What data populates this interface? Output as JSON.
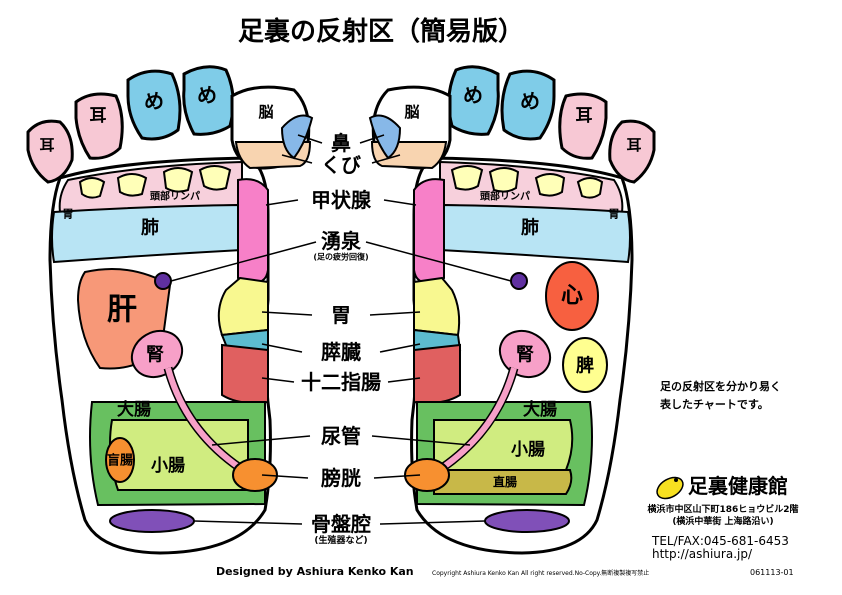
{
  "title": "足裏の反射区（簡易版）",
  "labels": {
    "ear": "耳",
    "eye": "め",
    "brain": "脳",
    "nose": "鼻",
    "neck": "くび",
    "lymph": "頭部リンパ",
    "stomach_small": "胃",
    "lung": "肺",
    "thyroid": "甲状腺",
    "yusen": "湧泉",
    "yusen_sub": "(足の疲労回復)",
    "liver": "肝",
    "heart": "心",
    "stomach": "胃",
    "spleen": "脾",
    "kidney": "腎",
    "pancreas": "膵臓",
    "duodenum": "十二指腸",
    "large_intestine": "大腸",
    "small_intestine": "小腸",
    "appendix": "盲腸",
    "ureter": "尿管",
    "bladder": "膀胱",
    "rectum": "直腸",
    "reproductive": "骨盤腔",
    "reproductive_sub": "(生殖器など)"
  },
  "note": [
    "足の反射区を分かり易く",
    "表したチャートです。"
  ],
  "company": {
    "name": "足裏健康館",
    "address1": "横浜市中区山下町186ヒョウビル2階",
    "address2": "(横浜中華街 上海路沿い)",
    "tel": "TEL/FAX:045-681-6453",
    "url": "http://ashiura.jp/"
  },
  "footer": {
    "designed": "Designed by Ashiura Kenko Kan",
    "copyright": "Copyright Ashiura Kenko Kan All right reserved.No-Copy.無断複製複写禁止",
    "code": "061113-01"
  },
  "colors": {
    "ear": "#f7c8d4",
    "eye": "#7fcce8",
    "brain": "#ffffff",
    "nose": "#87b8e8",
    "neck": "#f8d4b0",
    "lymph": "#f7d0dc",
    "toe_base": "#ffffb8",
    "lung": "#b8e4f4",
    "thyroid": "#f780c8",
    "stomach": "#f8f890",
    "pancreas": "#5cbcd0",
    "duodenum": "#e06060",
    "liver": "#f79878",
    "heart": "#f76040",
    "spleen": "#ffff90",
    "kidney": "#f7a0c8",
    "large_intestine": "#68c060",
    "small_intestine": "#d0ec80",
    "bladder": "#f79030",
    "rectum": "#c8b848",
    "reproductive": "#8050b8",
    "purple_dot": "#6030a0"
  }
}
